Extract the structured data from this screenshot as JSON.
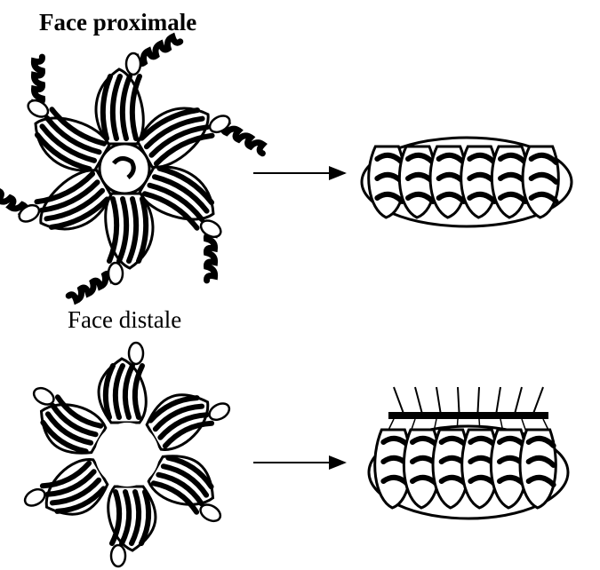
{
  "panels": {
    "proximal": {
      "title": "Face proximale"
    },
    "distal": {
      "title": "Face distale"
    }
  },
  "colors": {
    "ink": "#000000",
    "paper": "#ffffff",
    "grey": "#6b6b6b"
  },
  "ring": {
    "subunits": 6
  }
}
